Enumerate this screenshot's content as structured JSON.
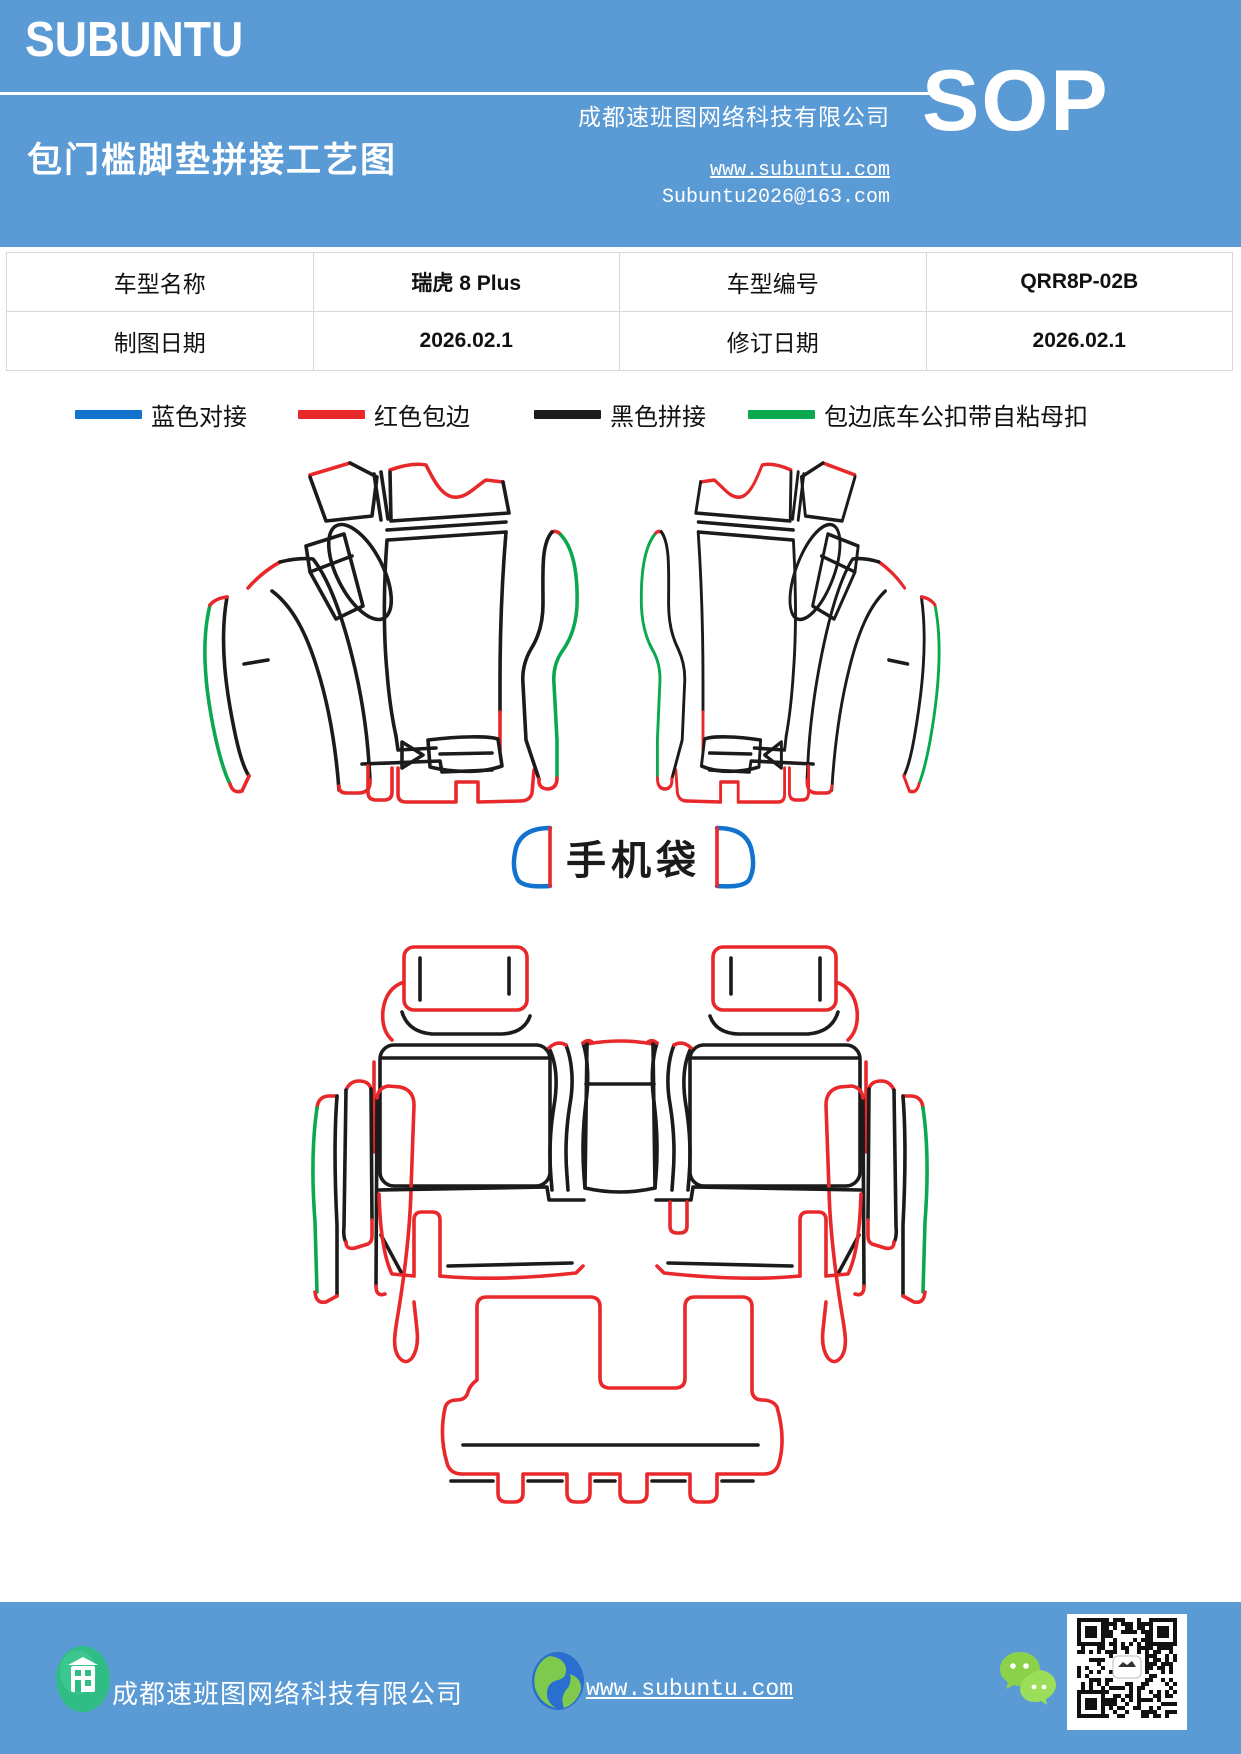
{
  "colors": {
    "header-blue": "#5b9bd5",
    "line-blue": "#1273ce",
    "line-red": "#e8282a",
    "line-green": "#0ba94f",
    "line-black": "#1b1b1b",
    "border-gray": "#d8d8d8",
    "wechat-green": "#8bd24a",
    "company-icon-green": "#2fbd85"
  },
  "header": {
    "brand": "SUBUNTU",
    "title": "包门槛脚垫拼接工艺图",
    "company": "成都速班图网络科技有限公司",
    "sop": "SOP",
    "website": "www.subuntu.com",
    "email": "Subuntu2026@163.com"
  },
  "info_table": {
    "rows": [
      {
        "label1": "车型名称",
        "value1": "瑞虎 8 Plus",
        "label2": "车型编号",
        "value2": "QRR8P-02B"
      },
      {
        "label1": "制图日期",
        "value1": "2026.02.1",
        "label2": "修订日期",
        "value2": "2026.02.1"
      }
    ]
  },
  "legend": {
    "items": [
      {
        "label": "蓝色对接",
        "color": "#1273ce"
      },
      {
        "label": "红色包边",
        "color": "#e8282a"
      },
      {
        "label": "黑色拼接",
        "color": "#1b1b1b"
      },
      {
        "label": "包边底车公扣带自粘母扣",
        "color": "#0ba94f"
      }
    ]
  },
  "diagram": {
    "phone_bag_label": "手机袋"
  },
  "footer": {
    "company": "成都速班图网络科技有限公司",
    "website": "www.subuntu.com"
  }
}
